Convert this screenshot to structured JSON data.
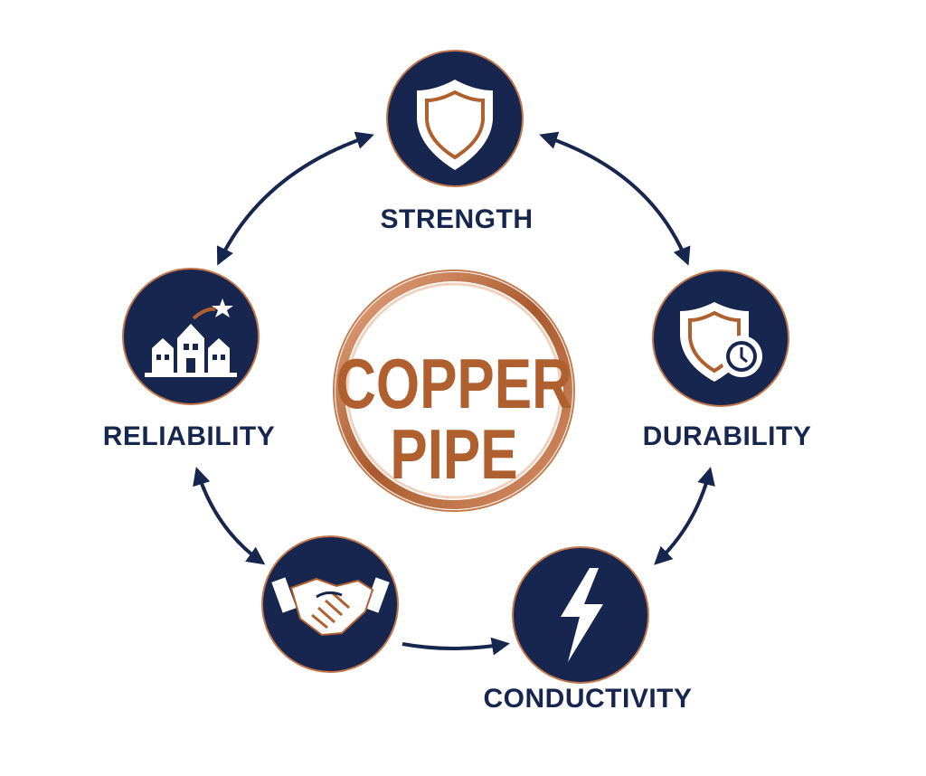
{
  "center": {
    "line1": "COPPER",
    "line2": "PIPE"
  },
  "nodes": [
    {
      "id": "strength",
      "label": "STRENGTH",
      "icon": "shield-icon"
    },
    {
      "id": "durability",
      "label": "DURABILITY",
      "icon": "shield-clock-icon"
    },
    {
      "id": "conductivity",
      "label": "CONDUCTIVITY",
      "icon": "lightning-bolt-icon"
    },
    {
      "id": "partnership",
      "label": "",
      "icon": "handshake-icon"
    },
    {
      "id": "reliability",
      "label": "RELIABILITY",
      "icon": "buildings-star-icon"
    }
  ],
  "colors": {
    "navy": "#17264f",
    "copper": "#b0602f",
    "copper_light": "#e0a07a",
    "white": "#ffffff"
  }
}
